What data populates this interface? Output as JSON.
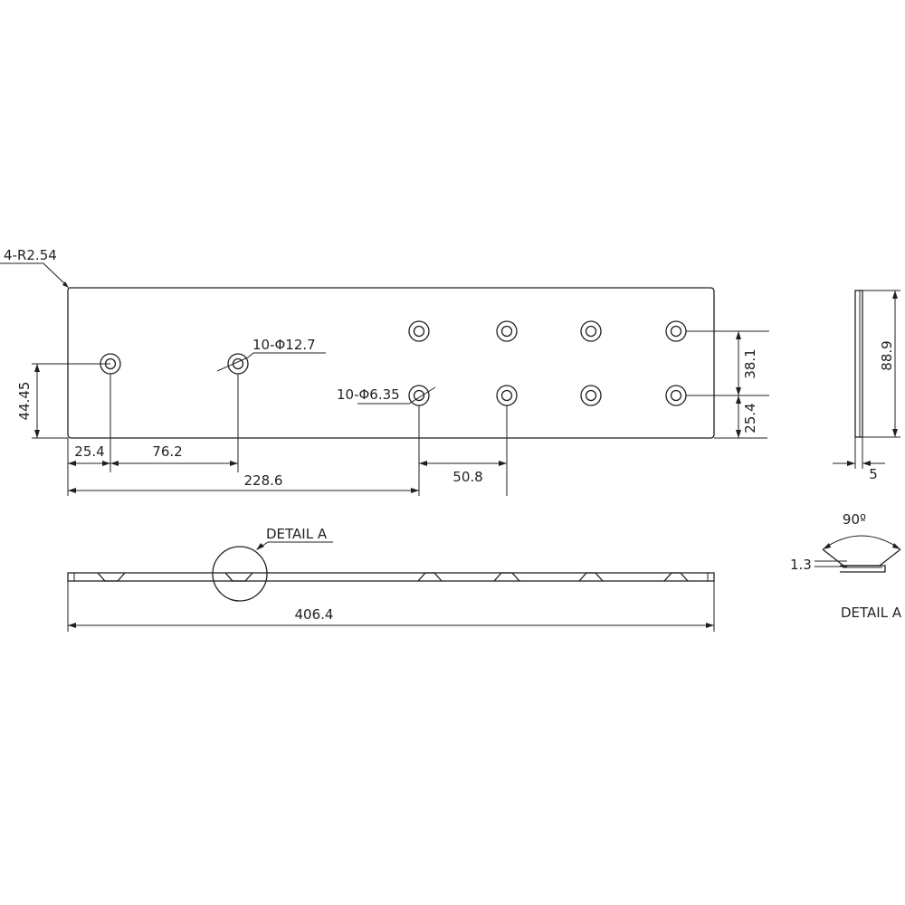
{
  "drawing": {
    "dimensions": {
      "corner_radius": "4-R2.54",
      "large_hole": "10-Φ12.7",
      "small_hole": "10-Φ6.35",
      "hole_height": "44.45",
      "first_hole_offset": "25.4",
      "large_hole_pitch": "76.2",
      "small_hole_start": "228.6",
      "small_hole_pitch": "50.8",
      "row_spacing": "38.1",
      "bottom_row_offset": "25.4",
      "plate_width": "88.9",
      "plate_thickness": "5",
      "plate_length": "406.4",
      "countersink_angle": "90º",
      "countersink_depth": "1.3"
    },
    "labels": {
      "detail_callout": "DETAIL A",
      "detail_title": "DETAIL A"
    }
  }
}
